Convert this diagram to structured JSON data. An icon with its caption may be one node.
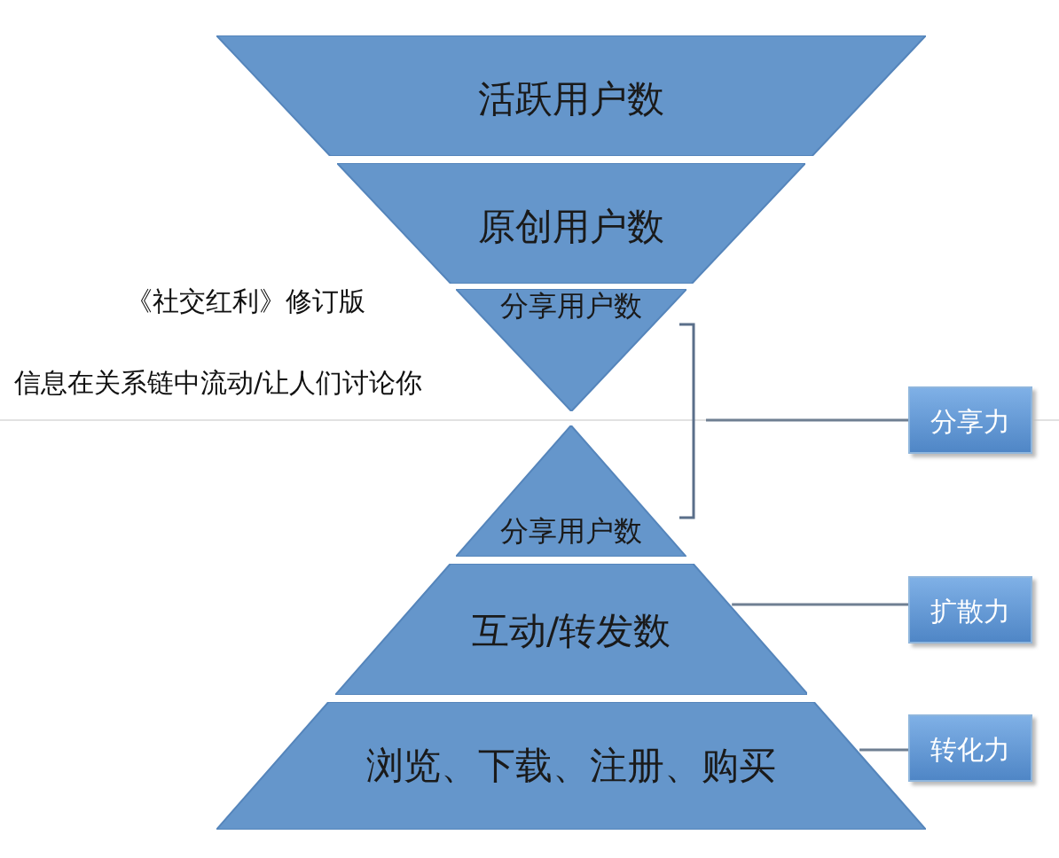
{
  "diagram": {
    "nodes": [
      {
        "text": [
          "活跃用户数"
        ]
      },
      {
        "text": [
          "原创用户数"
        ]
      },
      {
        "text": [
          "分享用户数"
        ]
      },
      {
        "text": [
          "分享用户数"
        ]
      },
      {
        "text": [
          "互动/转发数"
        ]
      },
      {
        "text": [
          "浏览、下载、注册、购买"
        ]
      },
      {
        "text": [
          "分享力"
        ]
      },
      {
        "text": [
          "扩散力"
        ]
      },
      {
        "text": [
          "转化力"
        ]
      }
    ],
    "edges": [
      {
        "from": null,
        "to": 6,
        "arrow": "none"
      },
      {
        "from": 4,
        "to": 7,
        "arrow": "none"
      },
      {
        "from": 5,
        "to": 8,
        "arrow": "none"
      }
    ],
    "labels": [
      "《社交红利》修订版",
      "信息在关系链中流动/让人们讨论你"
    ]
  }
}
